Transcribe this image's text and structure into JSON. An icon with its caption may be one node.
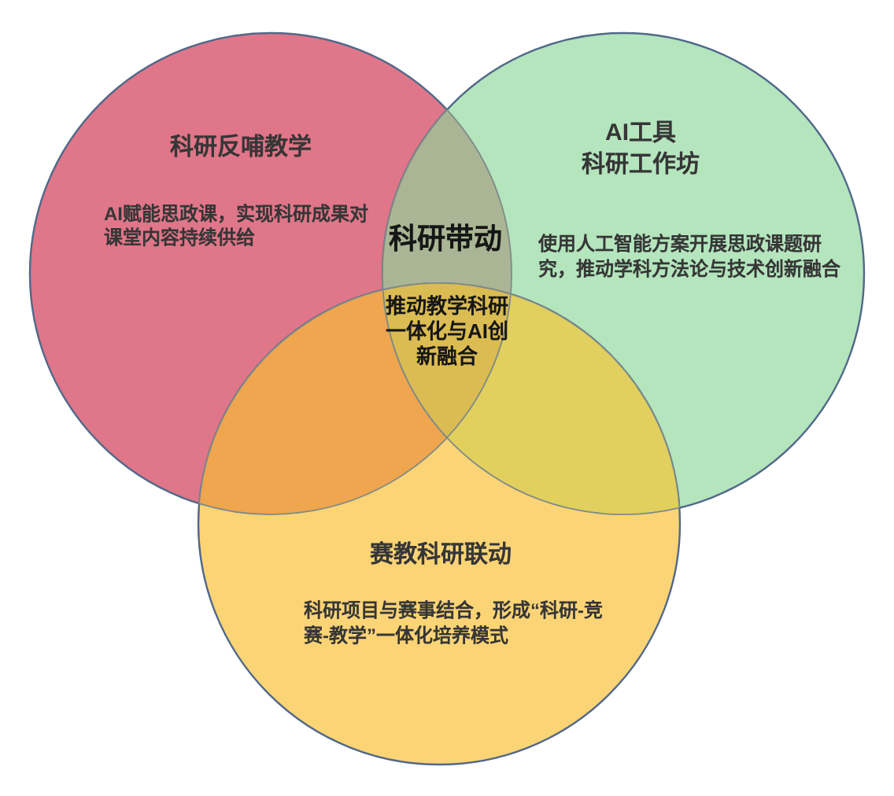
{
  "diagram": {
    "nodes": [
      {
        "text": [
          "科研反哺教学",
          "AI赋能思政课，实现科研成果对课堂内容持续供给"
        ]
      },
      {
        "text": [
          "AI工具科研工作坊",
          "使用人工智能方案开展思政课题研究，推动学科方法论与技术创新融合"
        ]
      },
      {
        "text": [
          "赛教科研联动",
          "科研项目与赛事结合，形成“科研-竞赛-教学”一体化培养模式"
        ]
      }
    ],
    "labels": [
      "科研带动",
      "推动教学科研一体化与AI创新融合"
    ]
  }
}
